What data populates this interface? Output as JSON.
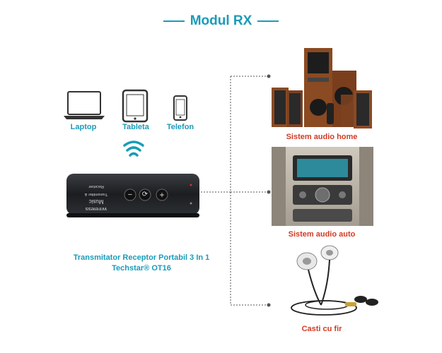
{
  "title": "Modul RX",
  "sources": [
    {
      "label": "Laptop",
      "icon": "laptop-icon"
    },
    {
      "label": "Tableta",
      "icon": "tablet-icon"
    },
    {
      "label": "Telefon",
      "icon": "phone-icon"
    }
  ],
  "device": {
    "line1": "Wireless Music",
    "line2": "Transmitter & Receiver",
    "btn_minus": "−",
    "btn_play": "⟳",
    "btn_plus": "+"
  },
  "product": {
    "line1": "Transmitator Receptor Portabil 3 In 1",
    "line2": "Techstar® OT16"
  },
  "outputs": [
    {
      "caption": "Sistem audio home",
      "image": "home-audio-system"
    },
    {
      "caption": "Sistem audio auto",
      "image": "car-audio-dashboard"
    },
    {
      "caption": "Casti cu fir",
      "image": "wired-earphones"
    }
  ],
  "colors": {
    "accent": "#1a9bb8",
    "caption": "#d23a24",
    "connector": "#555555"
  }
}
